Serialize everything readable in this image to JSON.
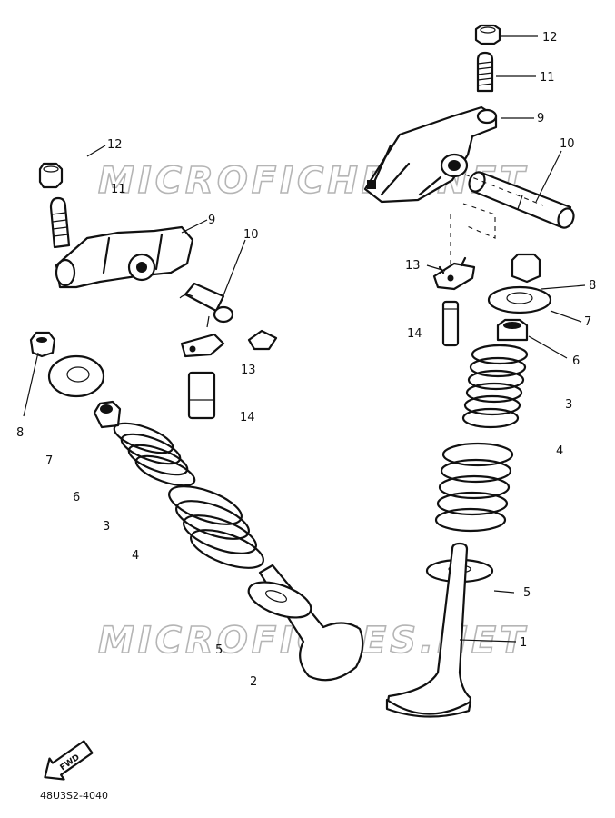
{
  "watermark": "MICROFICHES.NET",
  "fwd_label": "FWD",
  "drawing_code": "48U3S2-4040",
  "callouts": {
    "right": {
      "c12": "12",
      "c11": "11",
      "c9": "9",
      "c10": "10",
      "c8": "8",
      "c7": "7",
      "c6": "6",
      "c3": "3",
      "c4": "4",
      "c5": "5",
      "c13": "13",
      "c14": "14",
      "c1": "1"
    },
    "left": {
      "c12": "12",
      "c11": "11",
      "c9": "9",
      "c10": "10",
      "c13": "13",
      "c14": "14",
      "c8": "8",
      "c7": "7",
      "c6": "6",
      "c3": "3",
      "c4": "4",
      "c5": "5",
      "c2": "2"
    }
  }
}
